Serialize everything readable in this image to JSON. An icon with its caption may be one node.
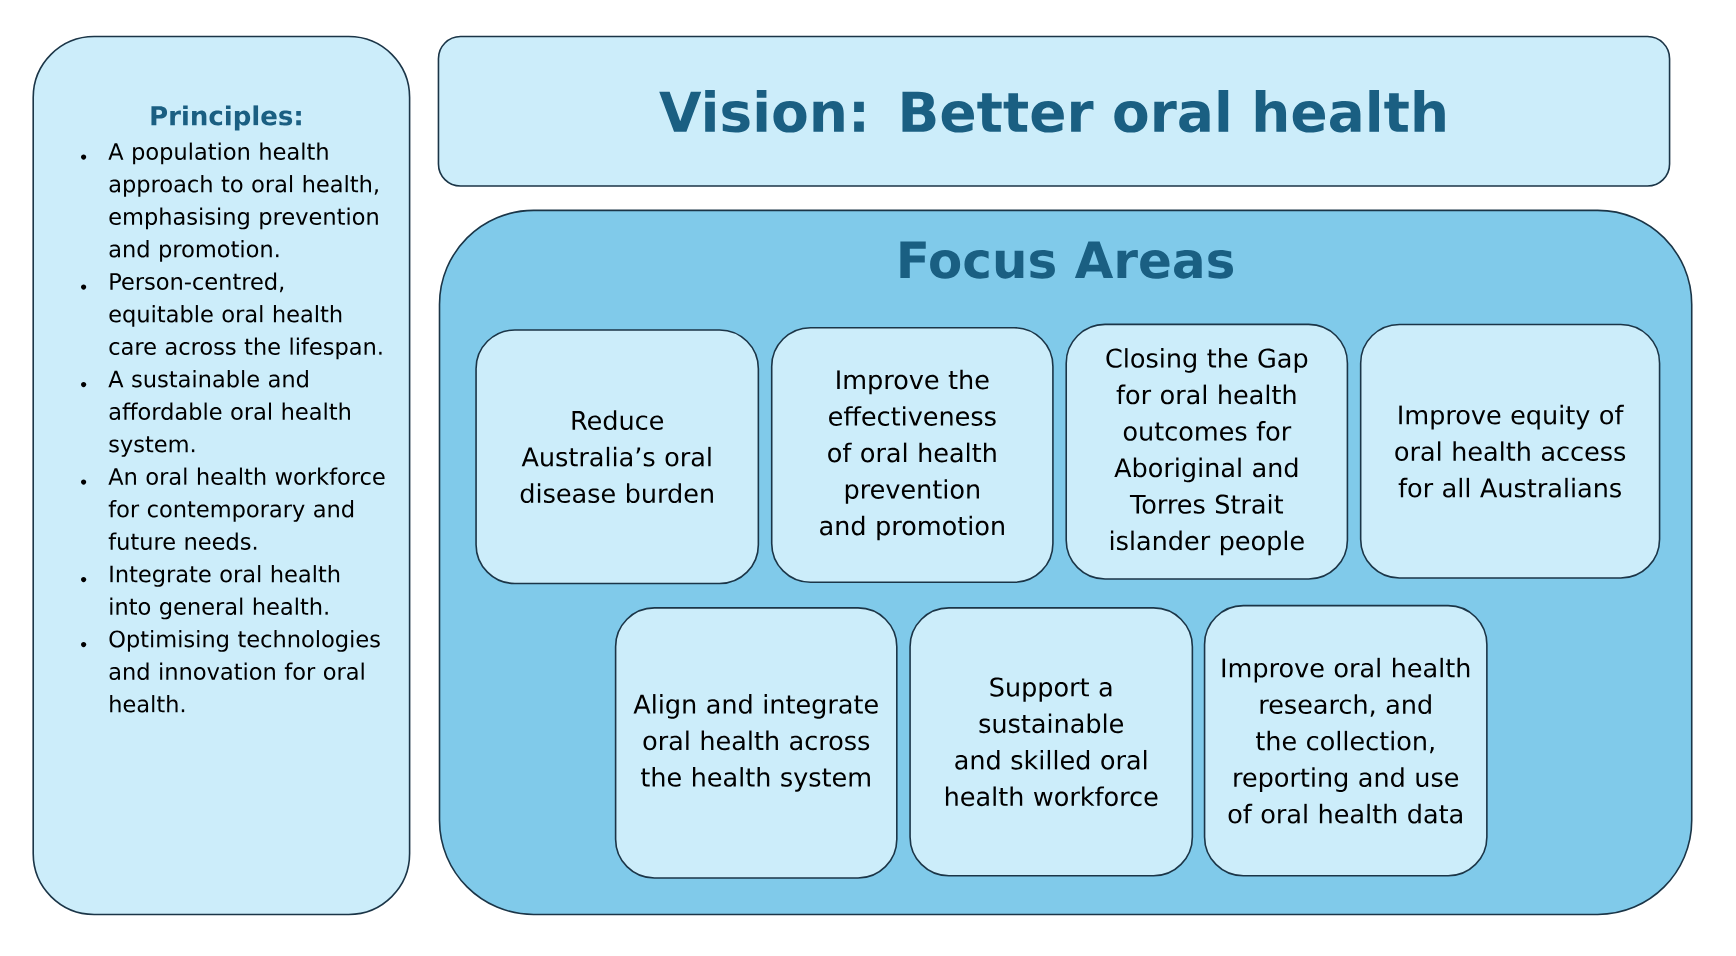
{
  "diagram": {
    "nodes": [
      {
        "text": [
          "Principles:",
          "A population health approach to oral health, emphasising prevention and promotion.",
          "Person-centred, equitable oral health care across the lifespan.",
          "A sustainable and affordable oral health system.",
          "An oral health workforce for contemporary and future needs.",
          "Integrate oral health into general health.",
          "Optimising technologies and innovation for oral health."
        ]
      },
      {
        "text": [
          "Vision: Better oral health"
        ]
      },
      {
        "text": [
          "Focus Areas"
        ]
      },
      {
        "text": [
          "Reduce Australia’s oral disease burden"
        ],
        "in": 2
      },
      {
        "text": [
          "Improve the effectiveness of oral health prevention and promotion"
        ],
        "in": 2
      },
      {
        "text": [
          "Closing the Gap for oral health outcomes for Aboriginal and Torres Strait islander people"
        ],
        "in": 2
      },
      {
        "text": [
          "Improve equity of oral health access for all Australians"
        ],
        "in": 2
      },
      {
        "text": [
          "Align and integrate oral health across the health system"
        ],
        "in": 2
      },
      {
        "text": [
          "Support a sustainable and skilled oral health workforce"
        ],
        "in": 2
      },
      {
        "text": [
          "Improve oral health research, and the collection, reporting and use of oral health data"
        ],
        "in": 2
      }
    ]
  }
}
